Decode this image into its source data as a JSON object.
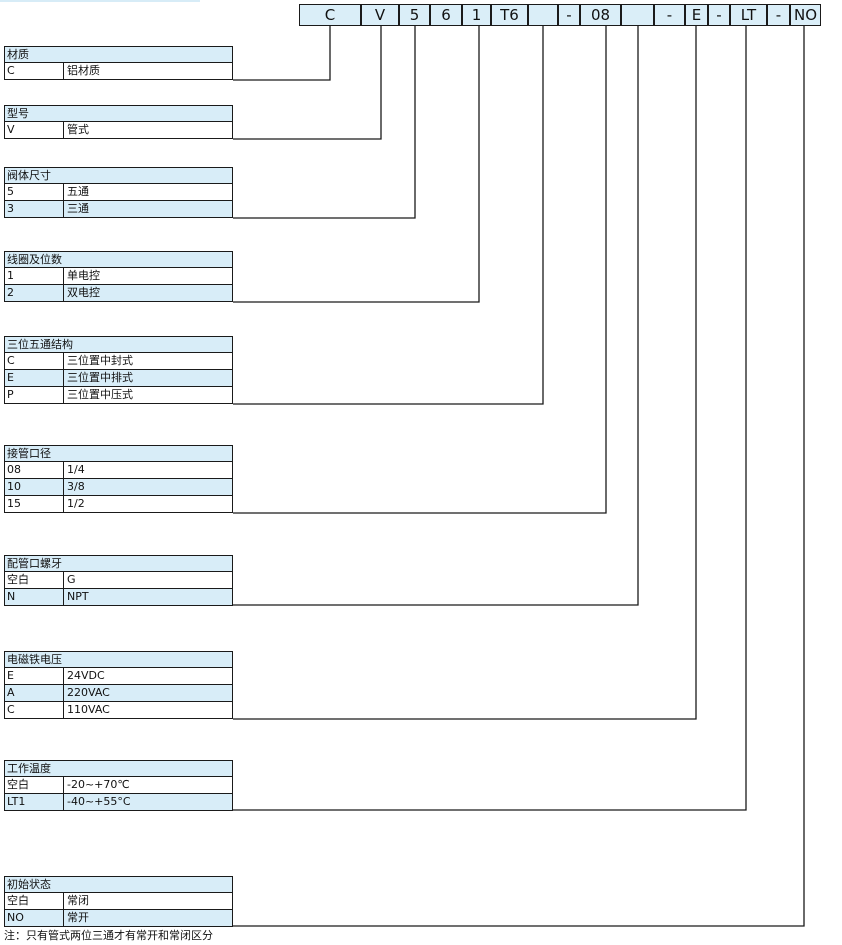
{
  "code": [
    "C",
    "V",
    "5",
    "6",
    "1",
    "T6",
    "",
    "-",
    "08",
    "",
    "-",
    "E",
    "-",
    "LT",
    "-",
    "NO"
  ],
  "sections": [
    {
      "title": "材质",
      "rows": [
        {
          "key": "C",
          "value": "铝材质"
        }
      ]
    },
    {
      "title": "型号",
      "rows": [
        {
          "key": "V",
          "value": "管式"
        }
      ]
    },
    {
      "title": "阀体尺寸",
      "rows": [
        {
          "key": "5",
          "value": "五通"
        },
        {
          "key": "3",
          "value": "三通"
        }
      ]
    },
    {
      "title": "线圈及位数",
      "rows": [
        {
          "key": "1",
          "value": "单电控"
        },
        {
          "key": "2",
          "value": "双电控"
        }
      ]
    },
    {
      "title": "三位五通结构",
      "rows": [
        {
          "key": "C",
          "value": "三位置中封式"
        },
        {
          "key": "E",
          "value": "三位置中排式"
        },
        {
          "key": "P",
          "value": "三位置中压式"
        }
      ]
    },
    {
      "title": "接管口径",
      "rows": [
        {
          "key": "08",
          "value": "1/4"
        },
        {
          "key": "10",
          "value": "3/8"
        },
        {
          "key": "15",
          "value": "1/2"
        }
      ]
    },
    {
      "title": "配管口螺牙",
      "rows": [
        {
          "key": "空白",
          "value": "G"
        },
        {
          "key": "N",
          "value": "NPT"
        }
      ]
    },
    {
      "title": "电磁铁电压",
      "rows": [
        {
          "key": "E",
          "value": "24VDC"
        },
        {
          "key": "A",
          "value": "220VAC"
        },
        {
          "key": "C",
          "value": "110VAC"
        }
      ]
    },
    {
      "title": "工作温度",
      "rows": [
        {
          "key": "空白",
          "value": "-20~+70℃"
        },
        {
          "key": "LT1",
          "value": "-40~+55°C"
        }
      ]
    },
    {
      "title": "初始状态",
      "rows": [
        {
          "key": "空白",
          "value": "常闭"
        },
        {
          "key": "NO",
          "value": "常开"
        }
      ]
    }
  ],
  "note": "注：只有管式两位三通才有常开和常闭区分",
  "colors": {
    "cell_fill": "#daeef8",
    "line": "#1a1a1a"
  }
}
